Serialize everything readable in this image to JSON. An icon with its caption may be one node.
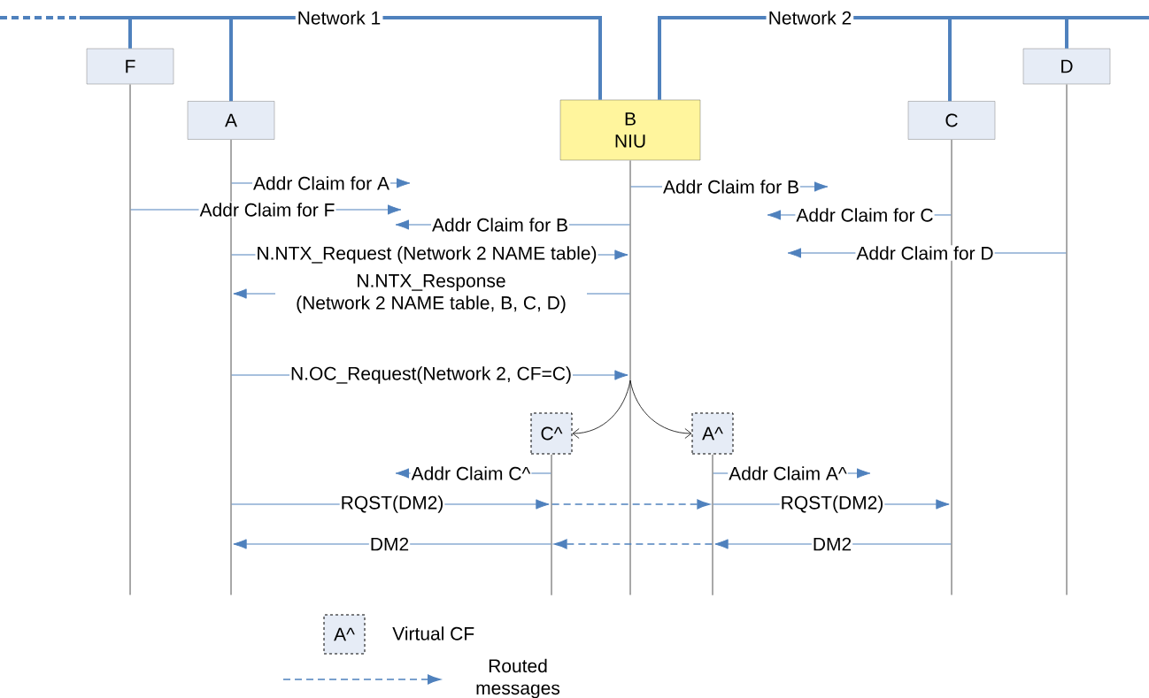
{
  "diagram": {
    "nodes": [
      {
        "text": [
          "Network 1"
        ]
      },
      {
        "text": [
          "Network 2"
        ]
      },
      {
        "text": [
          "F"
        ]
      },
      {
        "text": [
          "D"
        ]
      },
      {
        "text": [
          "A"
        ]
      },
      {
        "text": [
          "B",
          "NIU"
        ]
      },
      {
        "text": [
          "C"
        ]
      },
      {
        "text": [
          "C^"
        ]
      },
      {
        "text": [
          "A^"
        ]
      },
      {
        "text": [],
        "shape": "bar"
      },
      {
        "text": [],
        "shape": "bar"
      },
      {
        "text": [],
        "shape": "bar"
      },
      {
        "text": [],
        "shape": "bar"
      },
      {
        "text": [],
        "shape": "bar"
      },
      {
        "text": [],
        "shape": "bar"
      },
      {
        "text": [],
        "shape": "bar"
      }
    ],
    "edges": [
      {
        "from": 0,
        "to": 2,
        "arrow": "none",
        "style": "thick"
      },
      {
        "from": 0,
        "to": 4,
        "arrow": "none",
        "style": "thick"
      },
      {
        "from": 0,
        "to": 5,
        "arrow": "none",
        "style": "thick"
      },
      {
        "from": 1,
        "to": 5,
        "arrow": "none",
        "style": "thick"
      },
      {
        "from": 1,
        "to": 6,
        "arrow": "none",
        "style": "thick"
      },
      {
        "from": 1,
        "to": 3,
        "arrow": "none",
        "style": "thick"
      },
      {
        "from": 10,
        "to": null,
        "arrow": "to",
        "label": "Addr Claim for A"
      },
      {
        "from": 12,
        "to": null,
        "arrow": "to",
        "label": "Addr Claim for B"
      },
      {
        "from": 9,
        "to": null,
        "arrow": "to",
        "label": "Addr Claim for F"
      },
      {
        "from": 12,
        "to": null,
        "arrow": "to",
        "label": "Addr Claim for B"
      },
      {
        "from": 14,
        "to": null,
        "arrow": "to",
        "label": "Addr Claim for C"
      },
      {
        "from": 10,
        "to": 12,
        "arrow": "to",
        "label": "N.NTX_Request (Network 2 NAME table)"
      },
      {
        "from": 15,
        "to": null,
        "arrow": "to",
        "label": "Addr Claim for D"
      },
      {
        "from": 12,
        "to": 10,
        "arrow": "to",
        "label": "N.NTX_Response (Network 2 NAME table, B, C,  D)"
      },
      {
        "from": 10,
        "to": 12,
        "arrow": "to",
        "label": "N.OC_Request(Network 2, CF=C)"
      },
      {
        "from": 12,
        "to": 7,
        "arrow": "to",
        "color": "#000000"
      },
      {
        "from": 12,
        "to": 8,
        "arrow": "to",
        "color": "#000000"
      },
      {
        "from": 11,
        "to": null,
        "arrow": "to",
        "label": "Addr Claim C^"
      },
      {
        "from": 13,
        "to": null,
        "arrow": "to",
        "label": "Addr Claim A^"
      },
      {
        "from": 10,
        "to": 11,
        "arrow": "to",
        "label": "RQST(DM2)"
      },
      {
        "from": 11,
        "to": 13,
        "arrow": "to",
        "style": "dashed"
      },
      {
        "from": 13,
        "to": 14,
        "arrow": "to",
        "label": "RQST(DM2)"
      },
      {
        "from": 14,
        "to": 13,
        "arrow": "to",
        "label": "DM2"
      },
      {
        "from": 13,
        "to": 11,
        "arrow": "to",
        "style": "dashed"
      },
      {
        "from": 11,
        "to": 10,
        "arrow": "to",
        "label": "DM2"
      }
    ],
    "labels": [
      "A^"
    ],
    "legend": [
      {
        "text": "Virtual CF"
      },
      {
        "text": "Routed messages"
      }
    ]
  }
}
